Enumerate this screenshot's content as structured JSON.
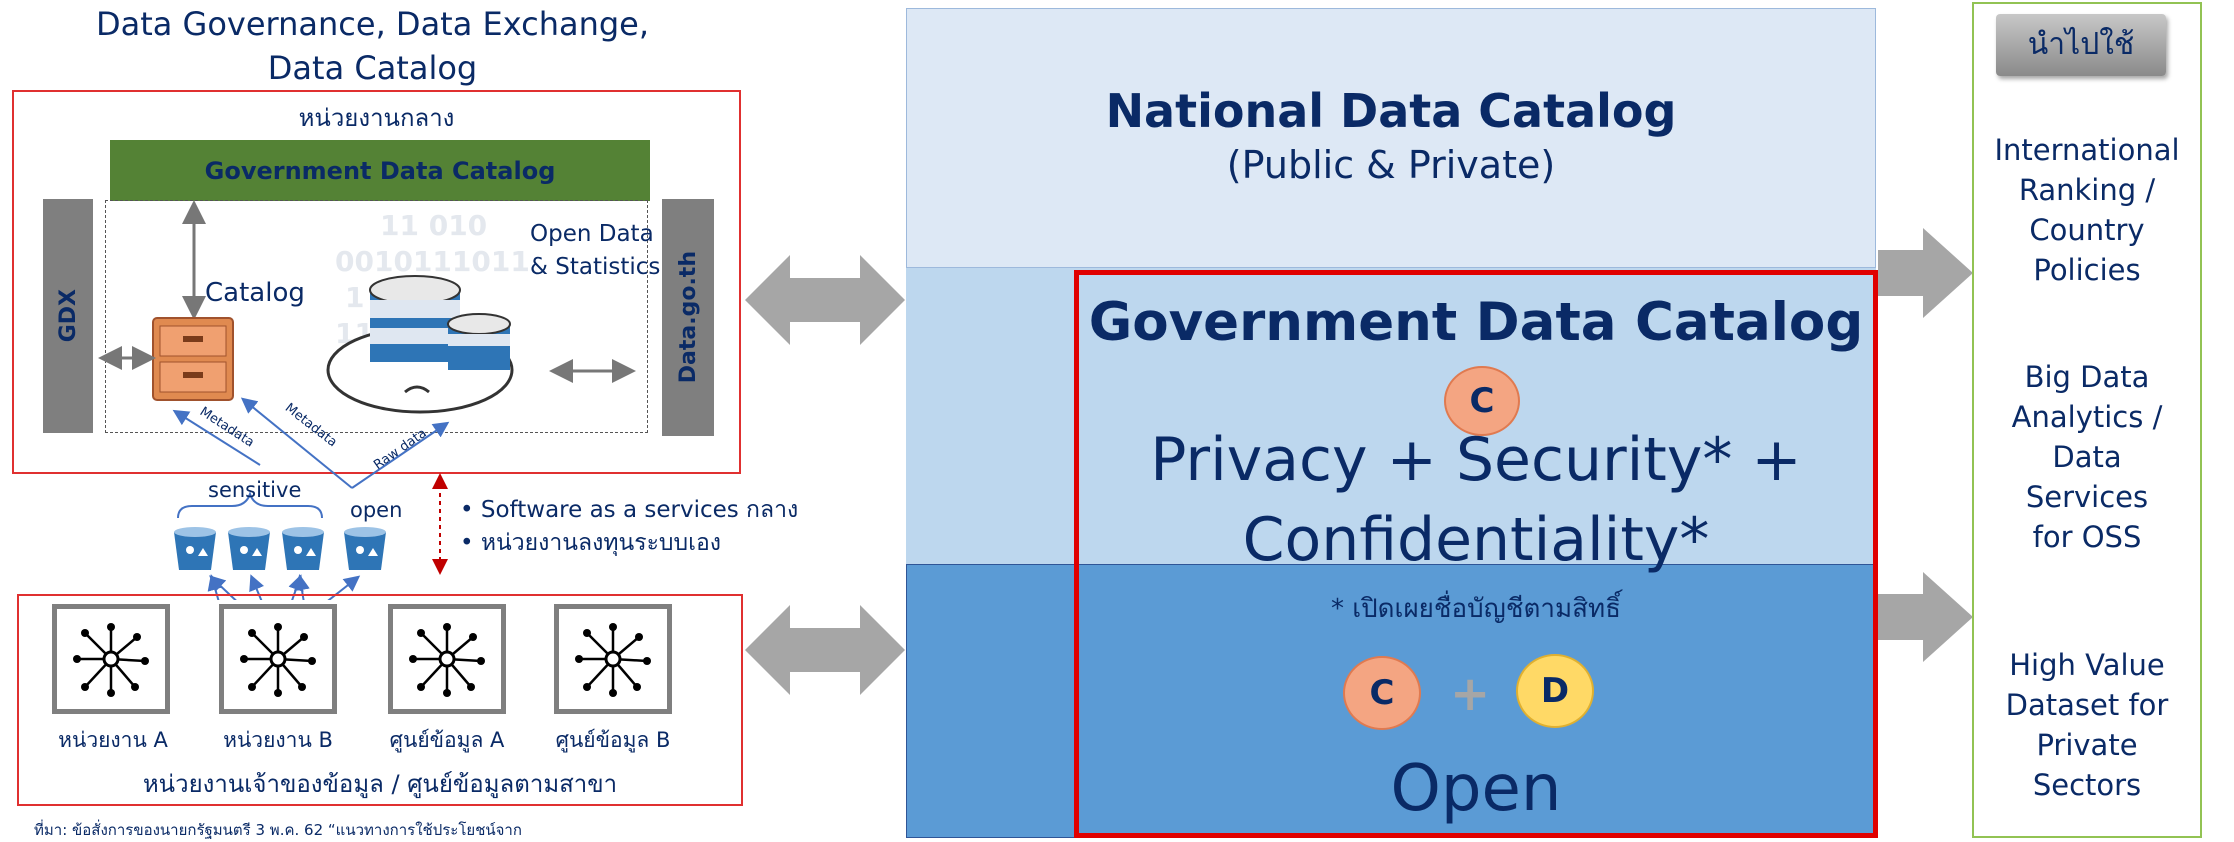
{
  "left": {
    "title_line1": "Data Governance, Data Exchange,",
    "title_line2": "Data Catalog",
    "central_label": "หน่วยงานกลาง",
    "gov_catalog_bar": "Government Data Catalog",
    "gdx_label": "GDX",
    "datagoth_label": "Data.go.th",
    "catalog_label": "Catalog",
    "open_data_line1": "Open Data",
    "open_data_line2": "& Statistics",
    "binary_lines": [
      "11  010",
      "0010111011",
      "1          0101",
      "11           01"
    ],
    "arrow_metadata_1": "Metadata",
    "arrow_metadata_2": "Metadata",
    "arrow_rawdata": "Raw data",
    "sensitive_label": "sensitive",
    "open_label": "open",
    "bullet_1": "• Software as a services กลาง",
    "bullet_2": "• หน่วยงานลงทุนระบบเอง",
    "nodes": [
      "หน่วยงาน A",
      "หน่วยงาน B",
      "ศูนย์ข้อมูล A",
      "ศูนย์ข้อมูล B"
    ],
    "owners_label": "หน่วยงานเจ้าของข้อมูล / ศูนย์ข้อมูลตามสาขา",
    "footnote": "ที่มา: ข้อสั่งการของนายกรัฐมนตรี 3 พ.ค. 62 “แนวทางการใช้ประโยชน์จาก"
  },
  "center": {
    "national_title": "National Data Catalog",
    "national_sub": "(Public & Private)",
    "gov_title": "Government Data Catalog",
    "privacy_line1": "Privacy + Security* +",
    "privacy_line2": "Confidentiality*",
    "footnote": "* เปิดเผยชื่อบัญชีตามสิทธิ์",
    "badge_c": "C",
    "badge_d": "D",
    "plus": "+",
    "open_label": "Open"
  },
  "right": {
    "header_button": "นำไปใช้",
    "item1": [
      "International",
      "Ranking /",
      "Country",
      "Policies"
    ],
    "item2": [
      "Big Data",
      "Analytics /",
      "Data",
      "Services",
      "for OSS"
    ],
    "item3": [
      "High Value",
      "Dataset for",
      "Private",
      "Sectors"
    ]
  },
  "colors": {
    "navy": "#0a2a66",
    "green_bar": "#548235",
    "light_blue_top": "#dde8f5",
    "mid_blue": "#bdd7ee",
    "dark_blue": "#5b9bd5",
    "red": "#e03030",
    "gray": "#7f7f7f",
    "orange_badge": "#f4a582",
    "yellow_badge": "#ffd966",
    "right_border_green": "#92c353"
  }
}
